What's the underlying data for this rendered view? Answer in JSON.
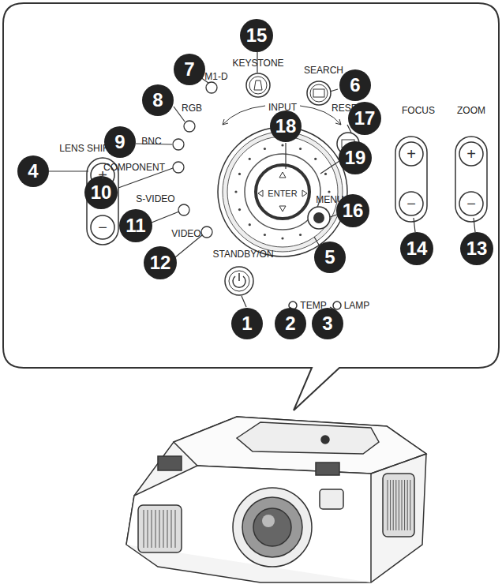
{
  "diagram": {
    "labels": [
      "15",
      "KEYSTONE",
      "7",
      "M1-D",
      "SEARCH",
      "6",
      "8",
      "RGB",
      "INPUT",
      "18",
      "LENS SHIFT",
      "+",
      "−",
      "4",
      "BNC",
      "9",
      "COMPONENT",
      "10",
      "ENTER",
      "19",
      "RESET",
      "17",
      "FOCUS",
      "+",
      "−",
      "ZOOM",
      "+",
      "−",
      "S-VIDEO",
      "11",
      "MENU",
      "16",
      "VIDEO",
      "12",
      "STANDBY/ON",
      "5",
      "14",
      "13",
      "1",
      "TEMP",
      "LAMP",
      "2",
      "3"
    ]
  }
}
